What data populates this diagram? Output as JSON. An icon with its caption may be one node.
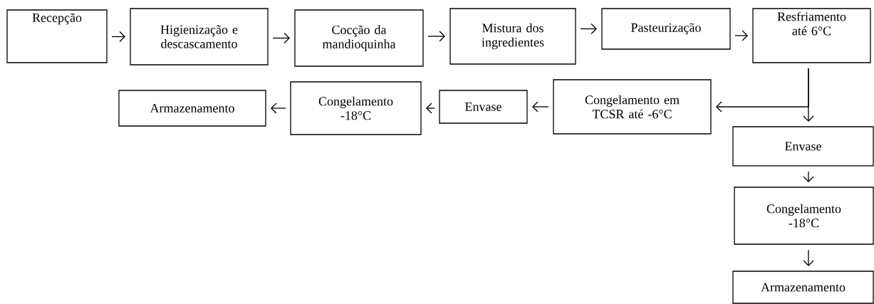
{
  "diagram": {
    "nodes": [
      {
        "text": [
          "Recepção"
        ]
      },
      {
        "text": [
          "Higienização e descascamento"
        ]
      },
      {
        "text": [
          "Cocção da mandioquinha"
        ]
      },
      {
        "text": [
          "Mistura dos ingredientes"
        ]
      },
      {
        "text": [
          "Pasteurização"
        ]
      },
      {
        "text": [
          "Resfriamento até 6°C"
        ]
      },
      {
        "text": [
          "Congelamento em TCSR até -6°C"
        ]
      },
      {
        "text": [
          "Envase"
        ]
      },
      {
        "text": [
          "Congelamento -18°C"
        ]
      },
      {
        "text": [
          "Armazenamento"
        ]
      },
      {
        "text": [
          "Envase"
        ]
      },
      {
        "text": [
          "Congelamento -18°C"
        ]
      },
      {
        "text": [
          "Armazenamento"
        ]
      }
    ],
    "edges": [
      {
        "from": 0,
        "to": 1,
        "arrow": "to"
      },
      {
        "from": 1,
        "to": 2,
        "arrow": "to"
      },
      {
        "from": 2,
        "to": 3,
        "arrow": "to"
      },
      {
        "from": 3,
        "to": 4,
        "arrow": "to"
      },
      {
        "from": 4,
        "to": 5,
        "arrow": "to"
      },
      {
        "from": 5,
        "to": 6,
        "arrow": "to"
      },
      {
        "from": 5,
        "to": 10,
        "arrow": "to"
      },
      {
        "from": 6,
        "to": 7,
        "arrow": "to"
      },
      {
        "from": 7,
        "to": 8,
        "arrow": "to"
      },
      {
        "from": 8,
        "to": 9,
        "arrow": "to"
      },
      {
        "from": 10,
        "to": 11,
        "arrow": "to"
      },
      {
        "from": 11,
        "to": 12,
        "arrow": "to"
      }
    ]
  }
}
